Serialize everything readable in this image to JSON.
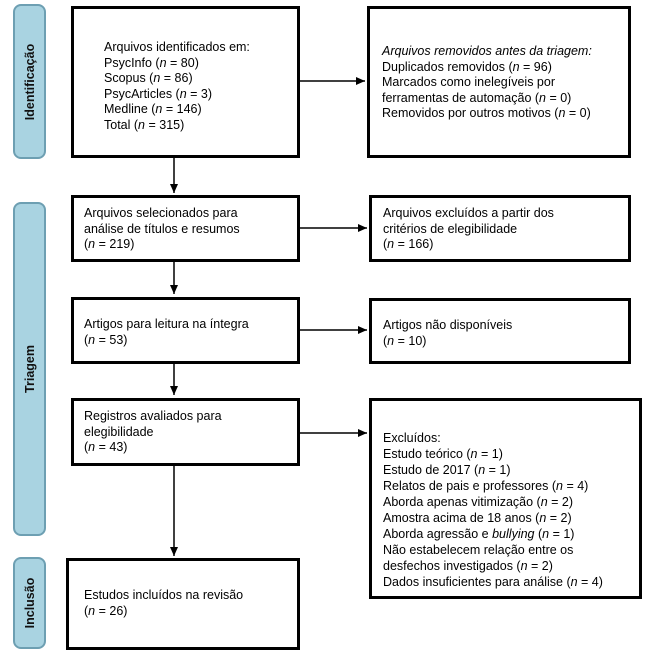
{
  "stages": {
    "identification": "Identificação",
    "screening": "Triagem",
    "inclusion": "Inclusão"
  },
  "boxes": {
    "identified": {
      "title": "Arquivos identificados em:",
      "lines": [
        {
          "label": "PsycInfo",
          "n": "80"
        },
        {
          "label": "Scopus",
          "n": "86"
        },
        {
          "label": "PsycArticles",
          "n": "3"
        },
        {
          "label": "Medline",
          "n": "146"
        },
        {
          "label": "Total",
          "n": "315"
        }
      ]
    },
    "removed": {
      "title": "Arquivos removidos antes da triagem:",
      "lines": [
        "Duplicados removidos (n = 96)",
        "Marcados como inelegíveis por",
        "ferramentas de automação (n = 0)",
        "Removidos por outros motivos (n = 0)"
      ]
    },
    "selected": {
      "lines": [
        "Arquivos selecionados para",
        "análise de títulos e resumos",
        "(n = 219)"
      ]
    },
    "excluded_criteria": {
      "lines": [
        "Arquivos excluídos a partir dos",
        "critérios de elegibilidade",
        "(n = 166)"
      ]
    },
    "fulltext": {
      "lines": [
        "Artigos para leitura na íntegra",
        "(n = 53)"
      ]
    },
    "unavailable": {
      "lines": [
        "Artigos não disponíveis",
        "(n = 10)"
      ]
    },
    "assessed": {
      "lines": [
        "Registros avaliados para",
        "elegibilidade",
        "(n = 43)"
      ]
    },
    "excluded": {
      "title": "Excluídos:",
      "lines": [
        "Estudo teórico (n = 1)",
        "Estudo de 2017 (n = 1)",
        "Relatos de pais e professores (n = 4)",
        "Aborda apenas vitimização (n = 2)",
        "Amostra acima de 18 anos (n = 2)",
        "Aborda agressão e bullying (n = 1)",
        "Não estabelecem relação entre os",
        "desfechos investigados (n = 2)",
        "Dados insuficientes para análise (n = 4)"
      ]
    },
    "included": {
      "lines": [
        "Estudos incluídos na revisão",
        "(n = 26)"
      ]
    }
  }
}
